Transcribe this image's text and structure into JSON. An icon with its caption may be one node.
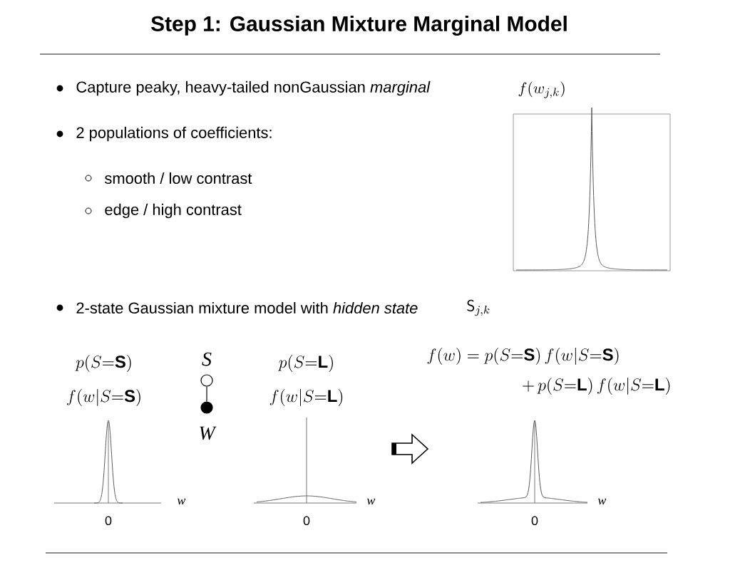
{
  "diagram": {
    "title": "Step 1:   Gaussian Mixture Marginal Model",
    "nodes": [
      {
        "text": [],
        "shape": "circle",
        "beside": [
          "S"
        ]
      },
      {
        "text": [],
        "shape": "circle",
        "beside": [
          "W"
        ]
      }
    ],
    "edges": [
      {
        "from": 0,
        "to": 1,
        "arrow": "none"
      }
    ],
    "labels": [
      "Capture peaky, heavy-tailed nonGaussian *marginal*",
      "f(w_{j,k})",
      "2 populations of coefficients:",
      "smooth / low contrast",
      "edge / high contrast",
      "2-state Gaussian mixture model with *hidden state*",
      "\\textsf{S}_{j,k}",
      "p(S{=}\\textbf{S})",
      "f(w|S{=}\\textbf{S})",
      "p(S{=}\\textbf{L})",
      "f(w|S{=}\\textbf{L})",
      "f(w) = p(S{=}\\textbf{S})\\, f(w|S{=}\\textbf{S})",
      "+\\, p(S{=}\\textbf{L})\\, f(w|S{=}\\textbf{L})",
      "w",
      "0",
      "w",
      "0",
      "w",
      "0"
    ]
  }
}
